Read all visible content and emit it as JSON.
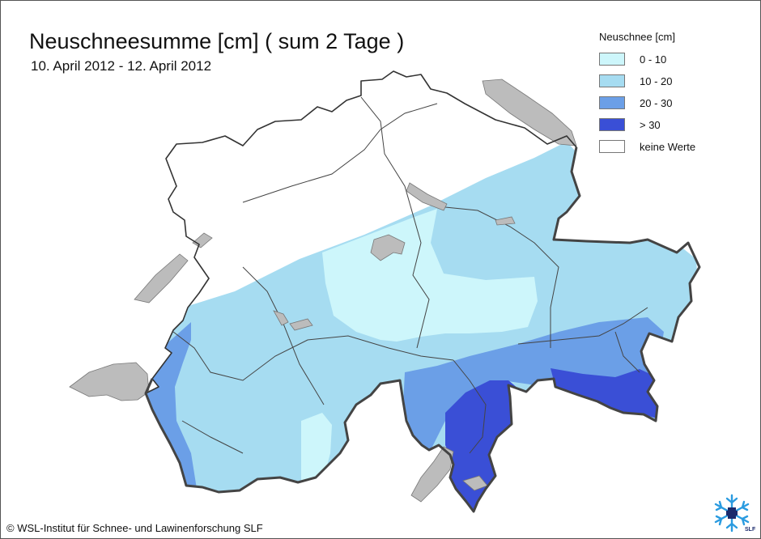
{
  "map": {
    "title": "Neuschneesumme [cm] ( sum 2 Tage )",
    "subtitle": "10. April 2012 - 12. April 2012"
  },
  "legend": {
    "title": "Neuschnee [cm]",
    "items": [
      {
        "label": "0 - 10",
        "color": "#cdf6fb"
      },
      {
        "label": "10 - 20",
        "color": "#a6dcf1"
      },
      {
        "label": "20 - 30",
        "color": "#6b9fe7"
      },
      {
        "label": "> 30",
        "color": "#3a4fd6"
      },
      {
        "label": "keine Werte",
        "color": "#ffffff"
      }
    ]
  },
  "credit": "© WSL-Institut für Schnee- und Lawinenforschung SLF",
  "logo": {
    "icon": "snowflake-cross-icon",
    "text": "SLF"
  },
  "colors": {
    "lake": "#bcbcbc",
    "border": "#333333",
    "river": "#444444"
  }
}
